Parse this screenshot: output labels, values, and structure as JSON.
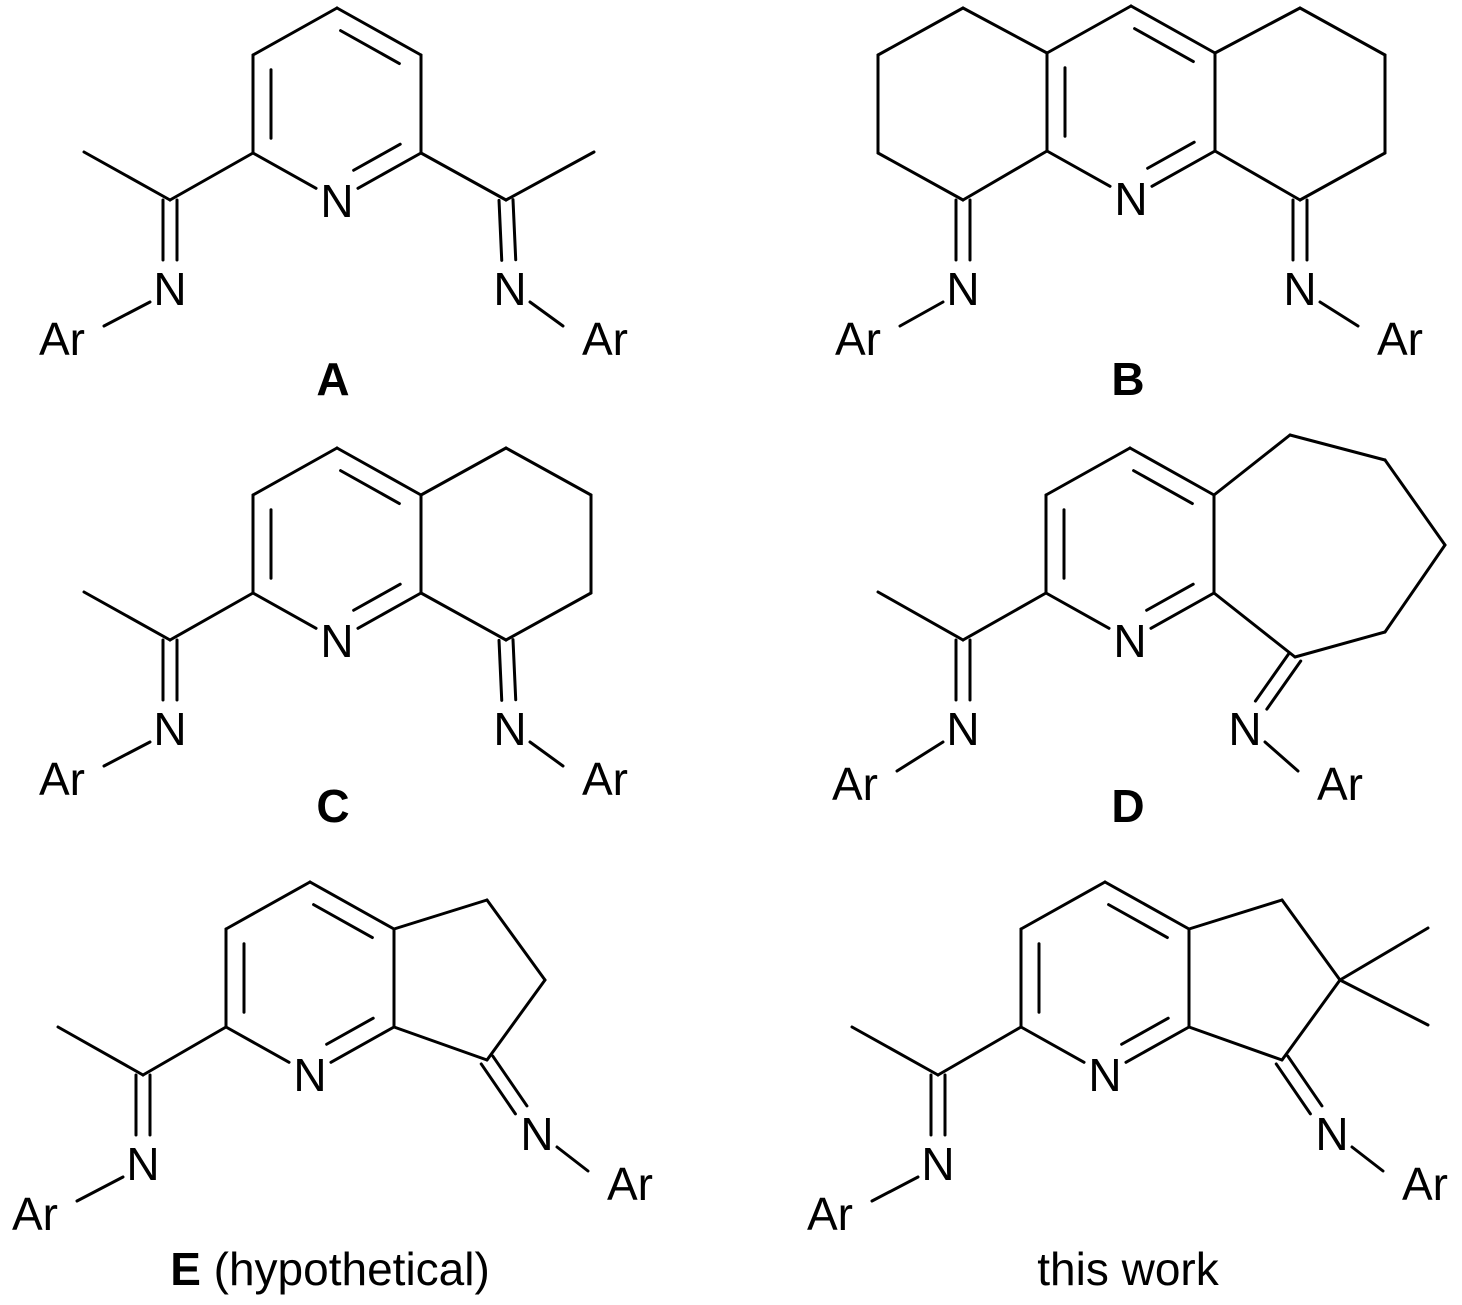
{
  "atoms": {
    "nitrogen": "N",
    "aryl": "Ar"
  },
  "structures": [
    {
      "id": "A",
      "label": "A",
      "label_suffix": ""
    },
    {
      "id": "B",
      "label": "B",
      "label_suffix": ""
    },
    {
      "id": "C",
      "label": "C",
      "label_suffix": ""
    },
    {
      "id": "D",
      "label": "D",
      "label_suffix": ""
    },
    {
      "id": "E",
      "label": "E",
      "label_suffix": " (hypothetical)"
    },
    {
      "id": "F",
      "label": "",
      "label_suffix": "this work"
    }
  ]
}
